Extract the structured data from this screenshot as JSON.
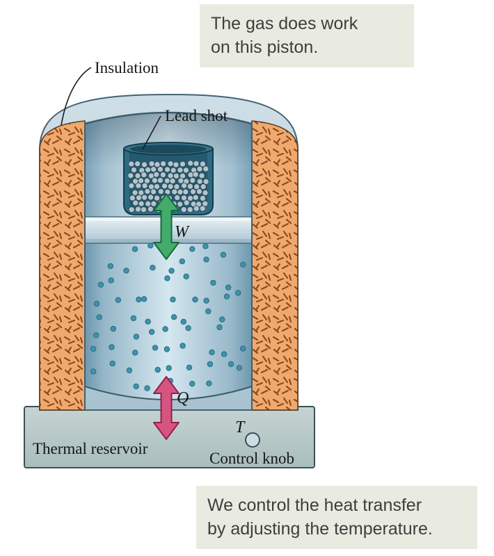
{
  "figure": {
    "callout_top": "The gas does work\non this piston.",
    "callout_bottom": "We control the heat transfer\nby adjusting the temperature."
  },
  "labels": {
    "insulation": "Insulation",
    "lead_shot": "Lead shot",
    "work_symbol": "W",
    "heat_symbol": "Q",
    "temperature_symbol": "T",
    "thermal_reservoir": "Thermal reservoir",
    "control_knob": "Control knob"
  },
  "colors": {
    "insulation_fill": "#f0a96c",
    "insulation_speckle": "#8d4a22",
    "lid": "#b9cfda",
    "work_arrow": "#44ab6d",
    "work_arrow_edge": "#156a3c",
    "heat_arrow": "#d65580",
    "heat_arrow_edge": "#93204d",
    "gas_dot": "#3f93ab",
    "gas_dot_edge": "#276b80",
    "lead_shot_fill": "#b3c4cd",
    "lead_shot_edge": "#2c4a58",
    "reservoir_fill": "#b9cbca",
    "callout_bg": "#e9ebe0"
  }
}
